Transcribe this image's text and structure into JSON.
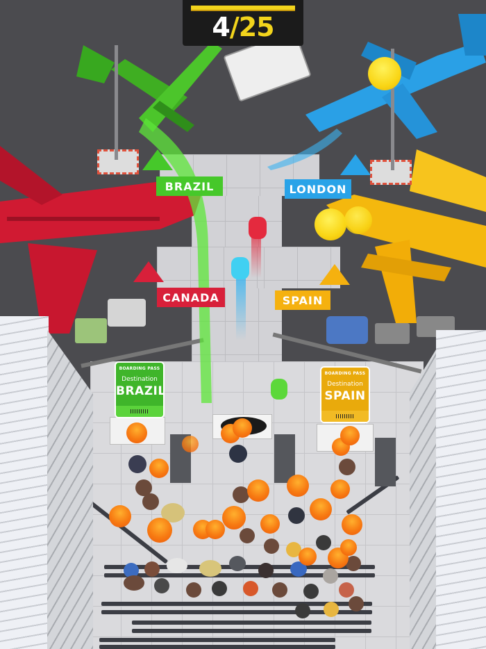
{
  "hud": {
    "current": "4",
    "separator": "/",
    "total": "25",
    "progress_bar_color": "#f2d41c"
  },
  "destinations": {
    "brazil": {
      "label": "BRAZIL",
      "color": "#46c82a"
    },
    "london": {
      "label": "LONDON",
      "color": "#29a3e8"
    },
    "canada": {
      "label": "CANADA",
      "color": "#d8203a"
    },
    "spain": {
      "label": "SPAIN",
      "color": "#f5b10f"
    }
  },
  "boarding_passes": [
    {
      "header": "BOARDING PASS",
      "destination_label": "Destination",
      "city": "BRAZIL",
      "color": "#3fb52a"
    },
    {
      "header": "BOARDING PASS",
      "destination_label": "Destination",
      "city": "SPAIN",
      "color": "#e9aa0c"
    }
  ],
  "planes": [
    {
      "name": "green-plane",
      "color": "#44b526"
    },
    {
      "name": "blue-plane",
      "color": "#2aa0e6"
    },
    {
      "name": "red-plane",
      "color": "#d01a32"
    },
    {
      "name": "yellow-plane",
      "color": "#f4b80e"
    }
  ],
  "emotes": {
    "angry_count": 20,
    "happy_count": 3
  }
}
